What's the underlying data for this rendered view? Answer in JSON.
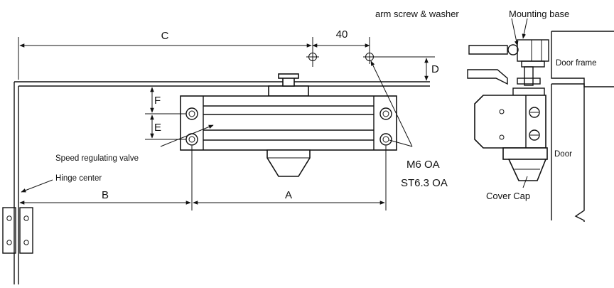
{
  "labels": {
    "dim_c": "C",
    "dim_40": "40",
    "dim_d": "D",
    "dim_f": "F",
    "dim_e": "E",
    "dim_b": "B",
    "dim_a": "A",
    "speed_valve": "Speed regulating valve",
    "hinge_center": "Hinge center",
    "m6": "M6 OA",
    "st63": "ST6.3 OA",
    "arm_screw": "arm screw & washer",
    "mounting_base": "Mounting base",
    "door_frame": "Door frame",
    "door": "Door",
    "cover_cap": "Cover Cap"
  }
}
